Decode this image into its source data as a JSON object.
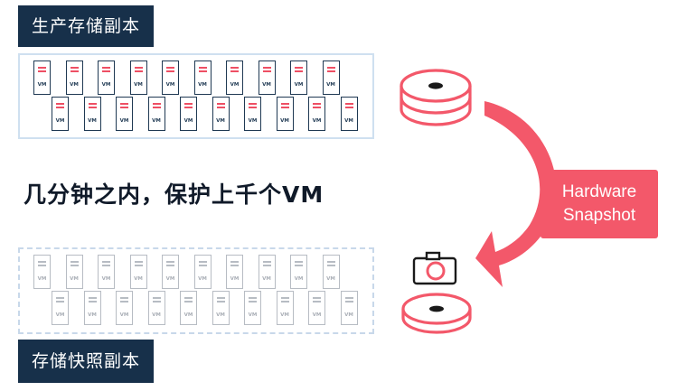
{
  "labels": {
    "production": "生产存储副本",
    "snapshot": "存储快照副本",
    "headline": "几分钟之内，保护上千个VM"
  },
  "badge": {
    "line1": "Hardware",
    "line2": "Snapshot"
  },
  "vm_text": "VM",
  "colors": {
    "navy": "#17304a",
    "accent": "#f3586a",
    "vm_border": "#1f3953",
    "ghost": "#b7bcc3"
  },
  "icons": [
    "disk-icon",
    "camera-icon",
    "curved-arrow-icon"
  ]
}
